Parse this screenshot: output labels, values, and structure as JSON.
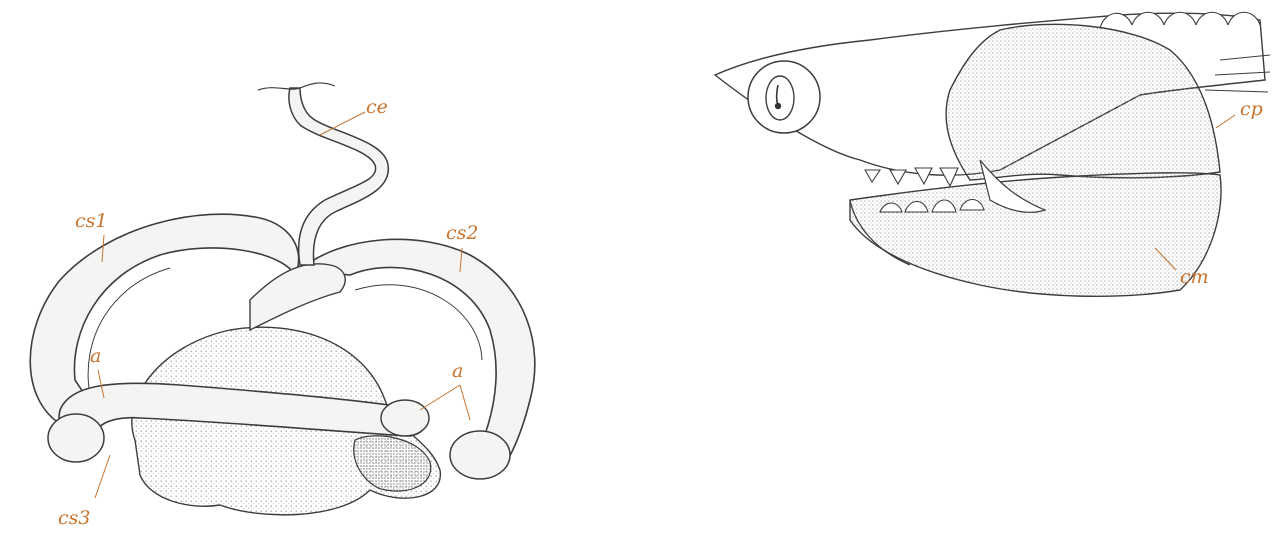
{
  "colors": {
    "label": "#c8732d",
    "leader": "#c8732d",
    "ink": "#3d3d3d",
    "stipple": "#9a9a9a",
    "fill": "#f4f4f2"
  },
  "figure_left": {
    "labels": {
      "ce": "ce",
      "cs1": "cs1",
      "cs2": "cs2",
      "cs3": "cs3",
      "a_left": "a",
      "a_right": "a"
    }
  },
  "figure_right": {
    "labels": {
      "cp": "cp",
      "cm": "cm"
    }
  }
}
